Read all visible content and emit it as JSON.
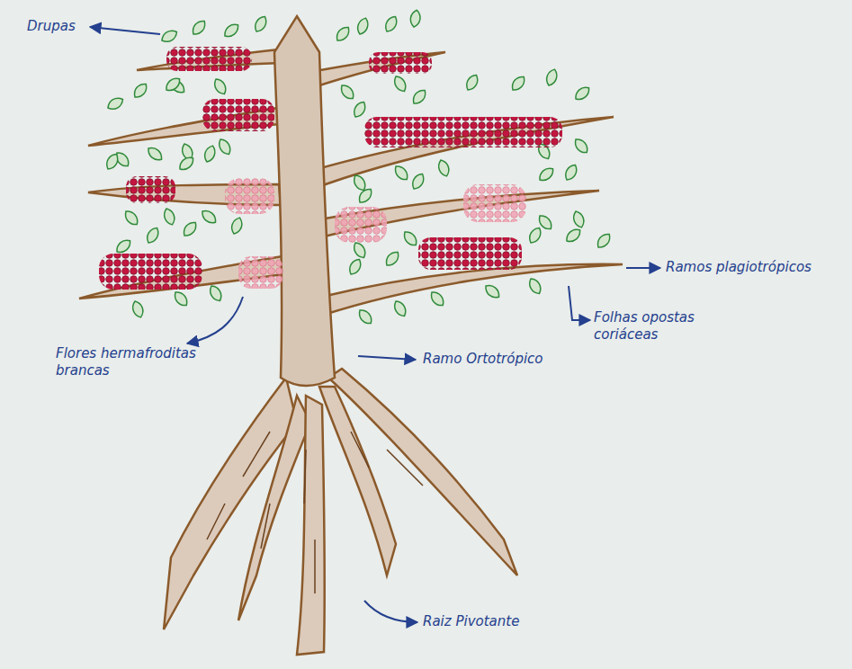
{
  "diagram": {
    "labels": [
      "Drupas",
      "Ramos plagiotrópicos",
      "Folhas opostas coriáceas",
      "Flores hermafroditas brancas",
      "Ramo Ortotrópico",
      "Raiz Pivotante"
    ]
  }
}
